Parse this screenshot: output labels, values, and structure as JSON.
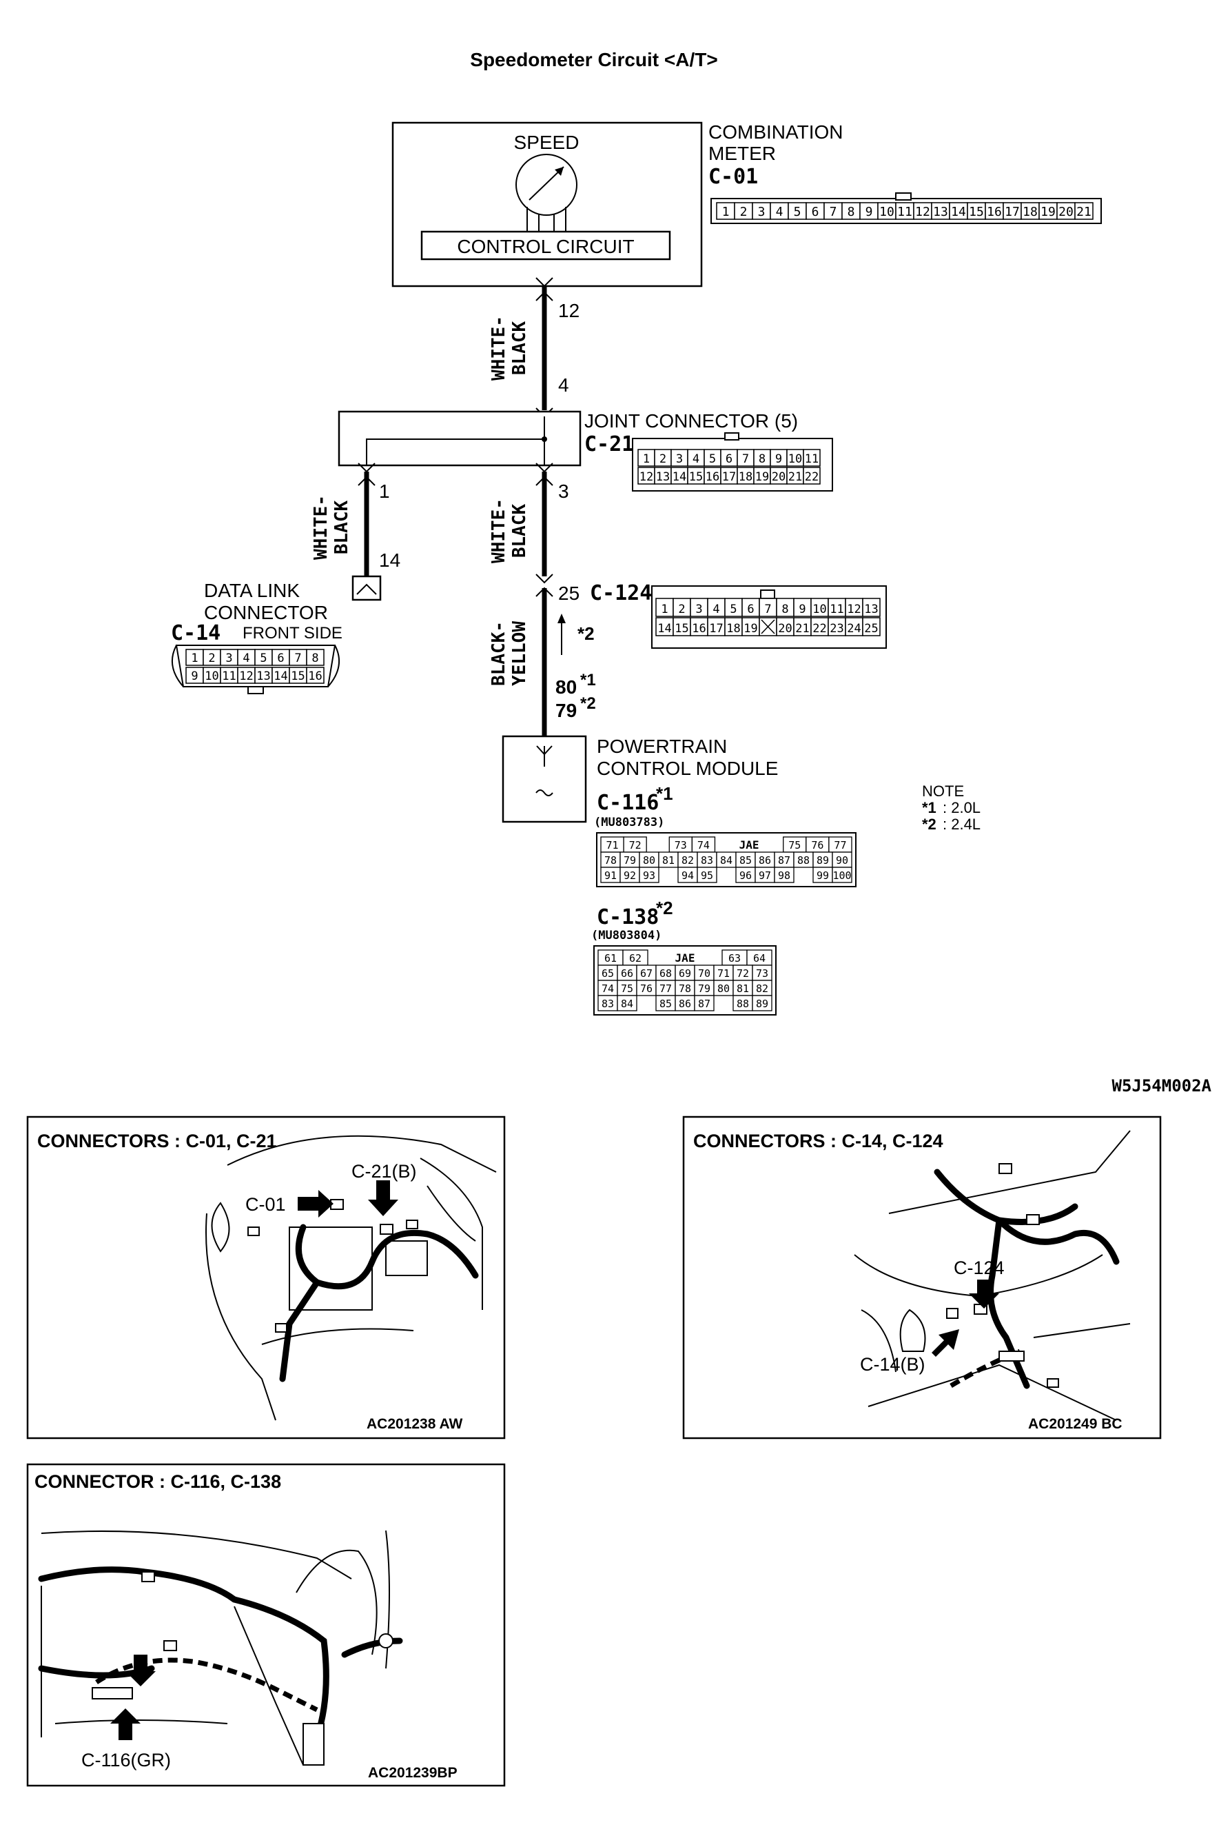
{
  "title": "Speedometer Circuit <A/T>",
  "figure_code": "W5J54M002A",
  "combination_meter": {
    "gauge_label": "SPEED",
    "control_label": "CONTROL CIRCUIT",
    "name_line1": "COMBINATION",
    "name_line2": "METER",
    "connector": "C-01",
    "pins": [
      "1",
      "2",
      "3",
      "4",
      "5",
      "6",
      "7",
      "8",
      "9",
      "10",
      "11",
      "12",
      "13",
      "14",
      "15",
      "16",
      "17",
      "18",
      "19",
      "20",
      "21"
    ]
  },
  "wire_meter_joint": {
    "color_line1": "WHITE-",
    "color_line2": "BLACK",
    "pin_top": "12",
    "pin_bottom": "4"
  },
  "joint_connector": {
    "name": "JOINT CONNECTOR (5)",
    "connector": "C-21",
    "pins_row1": [
      "1",
      "2",
      "3",
      "4",
      "5",
      "6",
      "7",
      "8",
      "9",
      "10",
      "11"
    ],
    "pins_row2": [
      "12",
      "13",
      "14",
      "15",
      "16",
      "17",
      "18",
      "19",
      "20",
      "21",
      "22"
    ]
  },
  "wire_joint_dlc": {
    "color_line1": "WHITE-",
    "color_line2": "BLACK",
    "pin_top": "1",
    "pin_bottom": "14"
  },
  "wire_joint_c124": {
    "color_line1": "WHITE-",
    "color_line2": "BLACK",
    "pin_top": "3"
  },
  "data_link_connector": {
    "name_line1": "DATA LINK",
    "name_line2": "CONNECTOR",
    "connector": "C-14",
    "side": "FRONT SIDE",
    "pins_row1": [
      "1",
      "2",
      "3",
      "4",
      "5",
      "6",
      "7",
      "8"
    ],
    "pins_row2": [
      "9",
      "10",
      "11",
      "12",
      "13",
      "14",
      "15",
      "16"
    ]
  },
  "c124": {
    "pin": "25",
    "connector": "C-124",
    "pins_row1": [
      "1",
      "2",
      "3",
      "4",
      "5",
      "6",
      "7",
      "8",
      "9",
      "10",
      "11",
      "12",
      "13"
    ],
    "pins_row2": [
      "14",
      "15",
      "16",
      "17",
      "18",
      "19",
      "",
      "20",
      "21",
      "22",
      "23",
      "24",
      "25"
    ]
  },
  "wire_c124_pcm": {
    "color_line1": "BLACK-",
    "color_line2": "YELLOW",
    "note_star2": "*2",
    "pin_a": "80",
    "pin_a_note": "*1",
    "pin_b": "79",
    "pin_b_note": "*2"
  },
  "pcm": {
    "name_line1": "POWERTRAIN",
    "name_line2": "CONTROL MODULE",
    "connector_a": "C-116",
    "connector_a_note": "*1",
    "part_a": "(MU803783)",
    "connector_b": "C-138",
    "connector_b_note": "*2",
    "part_b": "(MU803804)",
    "c116_rows": [
      [
        "71",
        "72",
        "",
        "73",
        "74",
        "",
        "JAE",
        "",
        "75",
        "76",
        "77"
      ],
      [
        "78",
        "79",
        "80",
        "81",
        "82",
        "83",
        "84",
        "85",
        "86",
        "87",
        "88",
        "89",
        "90"
      ],
      [
        "91",
        "92",
        "93",
        "",
        "94",
        "95",
        "",
        "96",
        "97",
        "98",
        "",
        "99",
        "100"
      ]
    ],
    "c138_rows": [
      [
        "61",
        "62",
        "",
        "JAE",
        "",
        "63",
        "64"
      ],
      [
        "65",
        "66",
        "67",
        "68",
        "69",
        "70",
        "71",
        "72",
        "73"
      ],
      [
        "74",
        "75",
        "76",
        "77",
        "78",
        "79",
        "80",
        "81",
        "82"
      ],
      [
        "83",
        "84",
        "",
        "85",
        "86",
        "87",
        "",
        "88",
        "89"
      ]
    ],
    "jae_label": "JAE"
  },
  "note": {
    "heading": "NOTE",
    "line1_mark": "*1",
    "line1_text": ": 2.0L",
    "line2_mark": "*2",
    "line2_text": ": 2.4L"
  },
  "locator_1": {
    "title": "CONNECTORS : C-01, C-21",
    "label_a": "C-01",
    "label_b": "C-21(B)",
    "code": "AC201238  AW"
  },
  "locator_2": {
    "title": "CONNECTORS : C-14, C-124",
    "label_a": "C-124",
    "label_b": "C-14(B)",
    "code": "AC201249 BC"
  },
  "locator_3": {
    "title": "CONNECTOR : C-116, C-138",
    "label_a": "C-116(GR)",
    "code": "AC201239BP"
  }
}
